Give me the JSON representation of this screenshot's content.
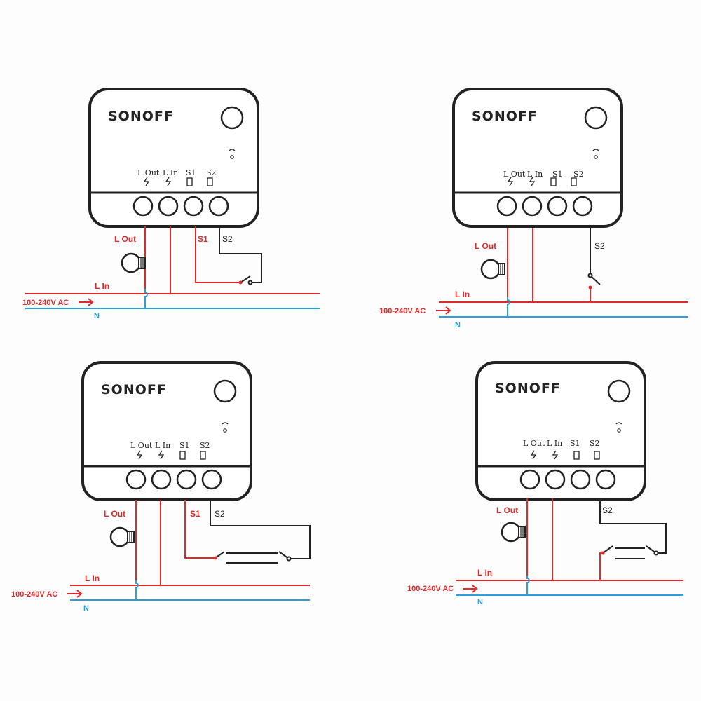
{
  "colors": {
    "live": "#e02a2a",
    "neutral": "#2a9fdc",
    "device_outline": "#222222",
    "background": "#fdfdfd"
  },
  "device": {
    "brand": "SONOFF",
    "terminals": [
      "L Out",
      "L In",
      "S1",
      "S2"
    ]
  },
  "diagrams": [
    {
      "id": "single-switch-s1",
      "labels": {
        "l_out": "L Out",
        "s1": "S1",
        "s2": "S2",
        "l_in": "L In",
        "supply": "100-240V AC",
        "n": "N"
      }
    },
    {
      "id": "single-switch-s2",
      "labels": {
        "l_out": "L Out",
        "s2": "S2",
        "l_in": "L In",
        "supply": "100-240V AC",
        "n": "N"
      }
    },
    {
      "id": "two-way-switch-s1-s2",
      "labels": {
        "l_out": "L Out",
        "s1": "S1",
        "s2": "S2",
        "l_in": "L In",
        "supply": "100-240V AC",
        "n": "N"
      }
    },
    {
      "id": "two-way-switch-s2",
      "labels": {
        "l_out": "L Out",
        "s2": "S2",
        "l_in": "L In",
        "supply": "100-240V AC",
        "n": "N"
      }
    }
  ]
}
